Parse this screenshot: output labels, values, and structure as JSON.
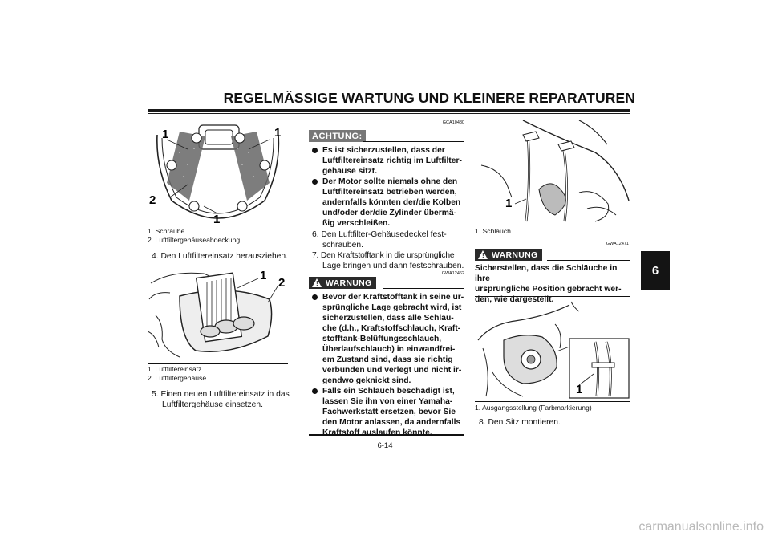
{
  "header": {
    "title": "REGELMÄSSIGE WARTUNG UND KLEINERE REPARATUREN"
  },
  "section_tab": "6",
  "left_column": {
    "figure1": {
      "labels": [
        "1",
        "1",
        "2",
        "1"
      ]
    },
    "caption1": [
      "1. Schraube",
      "2. Luftfiltergehäuseabdeckung"
    ],
    "step4": "4. Den Luftfiltereinsatz herausziehen.",
    "figure2": {
      "labels": [
        "1",
        "2"
      ]
    },
    "caption2": [
      "1. Luftfiltereinsatz",
      "2. Luftfiltergehäuse"
    ],
    "step5_line1": "5. Einen neuen Luftfiltereinsatz in das",
    "step5_line2": "Luftfiltergehäuse einsetzen."
  },
  "middle_column": {
    "achtung_code": "GCA10480",
    "achtung_label": "ACHTUNG:",
    "achtung_items": [
      [
        "Es ist sicherzustellen, dass der",
        "Luftfiltereinsatz richtig im Luftfilter-",
        "gehäuse sitzt."
      ],
      [
        "Der Motor sollte niemals ohne den",
        "Luftfiltereinsatz betrieben werden,",
        "andernfalls könnten der/die Kolben",
        "und/oder der/die Zylinder übermä-",
        "ßig verschleißen."
      ]
    ],
    "step6_line1": "6. Den Luftfilter-Gehäusedeckel fest-",
    "step6_line2": "schrauben.",
    "step7_line1": "7. Den Kraftstofftank in die ursprüngliche",
    "step7_line2": "Lage bringen und dann festschrauben.",
    "warning_code": "GWA12462",
    "warning_label": "WARNUNG",
    "warning_items": [
      [
        "Bevor der Kraftstofftank in seine ur-",
        "sprüngliche Lage gebracht wird, ist",
        "sicherzustellen, dass alle Schläu-",
        "che (d.h., Kraftstoffschlauch, Kraft-",
        "stofftank-Belüftungsschlauch,",
        "Überlaufschlauch) in einwandfrei-",
        "em Zustand sind, dass sie richtig",
        "verbunden und verlegt und nicht ir-",
        "gendwo geknickt sind."
      ],
      [
        "Falls ein Schlauch beschädigt ist,",
        "lassen Sie ihn von einer Yamaha-",
        "Fachwerkstatt ersetzen, bevor Sie",
        "den Motor anlassen, da andernfalls",
        "Kraftstoff auslaufen könnte."
      ]
    ]
  },
  "right_column": {
    "figure3": {
      "labels": [
        "1"
      ]
    },
    "caption3": [
      "1. Schlauch"
    ],
    "warning_code": "GWA12471",
    "warning_label": "WARNUNG",
    "warning_text": [
      "Sicherstellen, dass die Schläuche in ihre",
      "ursprüngliche Position gebracht wer-",
      "den, wie dargestellt."
    ],
    "figure4": {
      "labels": [
        "1"
      ]
    },
    "caption4": [
      "1. Ausgangsstellung (Farbmarkierung)"
    ],
    "step8": "8. Den Sitz montieren."
  },
  "footer": {
    "page_number": "6-14",
    "watermark": "carmanualsonline.info"
  }
}
